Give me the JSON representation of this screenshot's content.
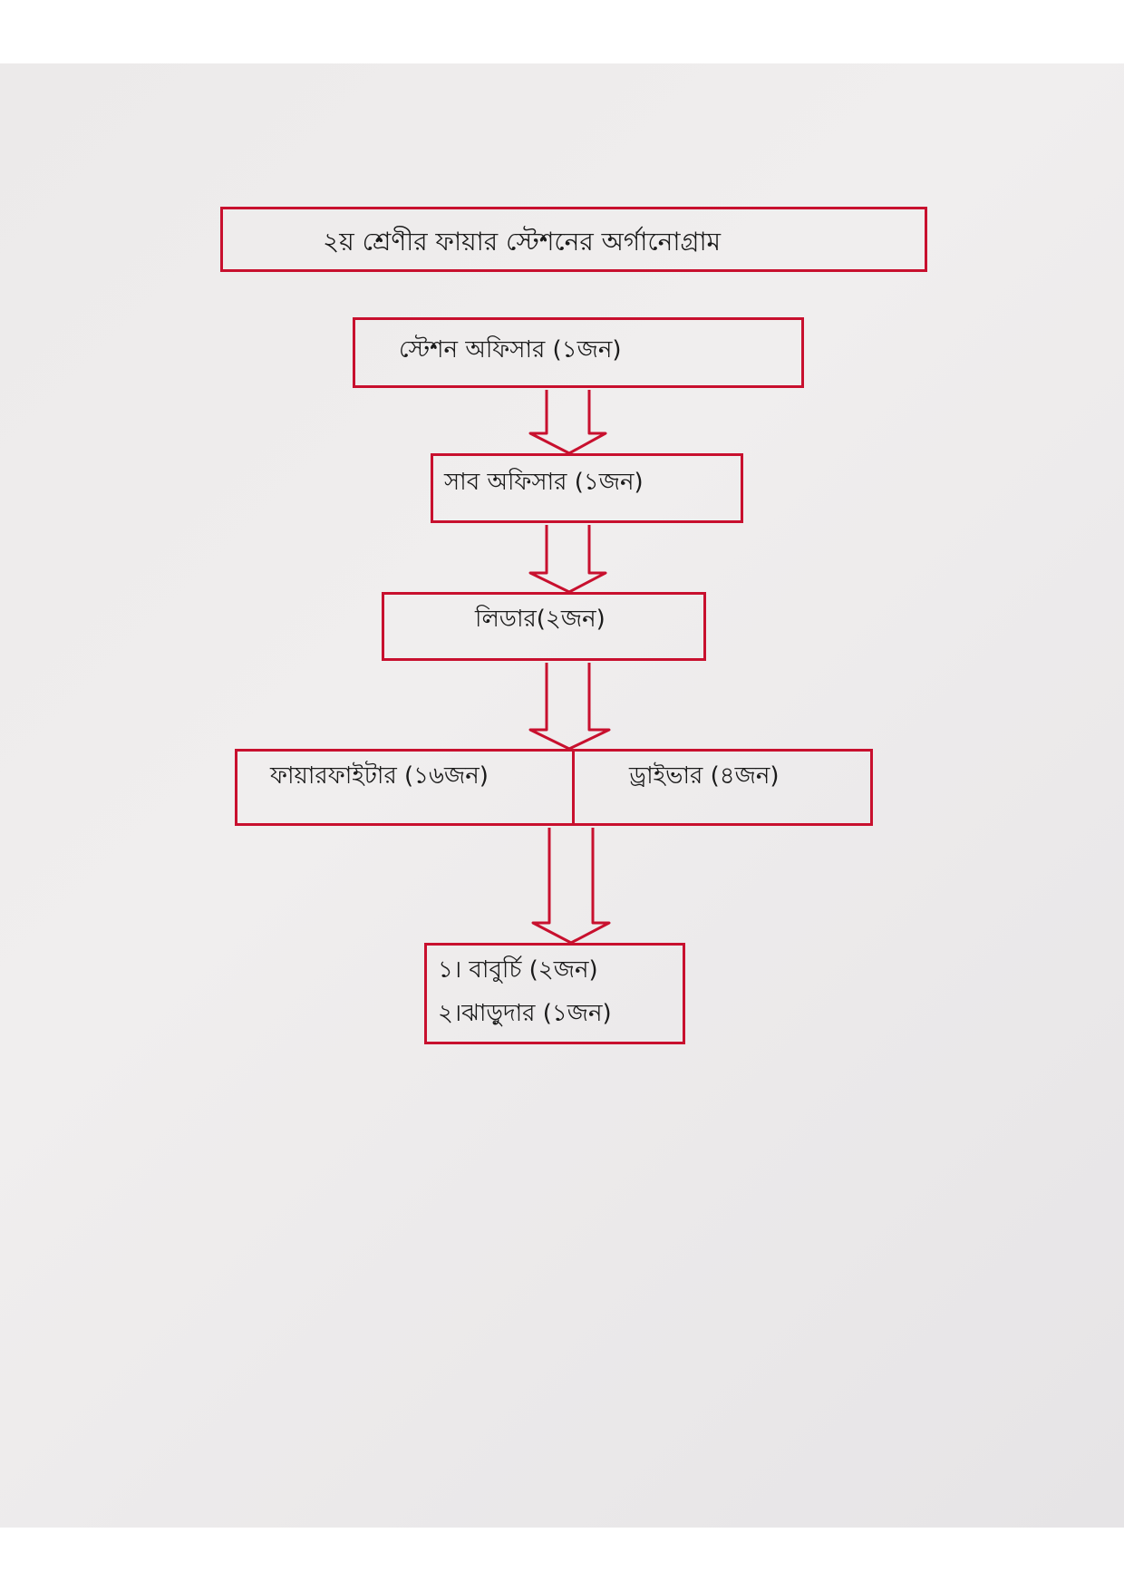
{
  "diagram": {
    "title": "২য় শ্রেণীর ফায়ার স্টেশনের অর্গানোগ্রাম",
    "station_officer": "স্টেশন অফিসার    (১জন)",
    "sub_officer": "সাব অফিসার   (১জন)",
    "leader": "লিডার(২জন)",
    "firefighter": "ফায়ারফাইটার  (১৬জন)",
    "driver": "ড্রাইভার (৪জন)",
    "support_line1": "১। বাবুর্চি  (২জন)",
    "support_line2": "২।ঝাড়ুদার (১জন)"
  },
  "colors": {
    "line": "#c8102e",
    "text": "#1a1a1a",
    "paper": "#eceaea"
  }
}
